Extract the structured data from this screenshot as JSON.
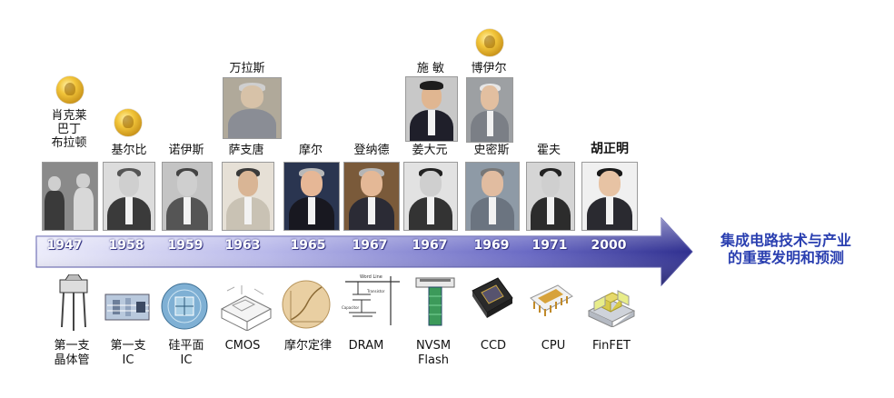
{
  "title": "集成电路技术与产业\n的重要发明和预测",
  "people": [
    {
      "name": "肖克莱\n巴丁\n布拉顿",
      "year": "1947",
      "nobel": true
    },
    {
      "name": "基尔比",
      "year": "1958",
      "nobel": true
    },
    {
      "name": "诺伊斯",
      "year": "1959",
      "nobel": false
    },
    {
      "name": "萨支唐",
      "year": "1963",
      "nobel": false
    },
    {
      "name": "摩尔",
      "year": "1965",
      "nobel": false
    },
    {
      "name": "登纳德",
      "year": "1967",
      "nobel": false
    },
    {
      "name": "姜大元",
      "year": "1967",
      "nobel": false
    },
    {
      "name": "史密斯",
      "year": "1969",
      "nobel": false
    },
    {
      "name": "霍夫",
      "year": "1971",
      "nobel": false
    },
    {
      "name": "胡正明",
      "year": "2000",
      "nobel": false
    }
  ],
  "upper_people": [
    {
      "name": "万拉斯",
      "nobel": false
    },
    {
      "name": "施 敏",
      "nobel": false
    },
    {
      "name": "博伊尔",
      "nobel": true
    }
  ],
  "inventions": [
    {
      "label": "第一支\n晶体管"
    },
    {
      "label": "第一支\nIC"
    },
    {
      "label": "硅平面\nIC"
    },
    {
      "label": "CMOS"
    },
    {
      "label": "摩尔定律"
    },
    {
      "label": "DRAM"
    },
    {
      "label": "NVSM\nFlash"
    },
    {
      "label": "CCD"
    },
    {
      "label": "CPU"
    },
    {
      "label": "FinFET"
    }
  ],
  "colors": {
    "arrow_light": "#d8d8f5",
    "arrow_dark": "#2f2f8f",
    "title": "#2a3fb0",
    "medal": "#e8b52a"
  }
}
